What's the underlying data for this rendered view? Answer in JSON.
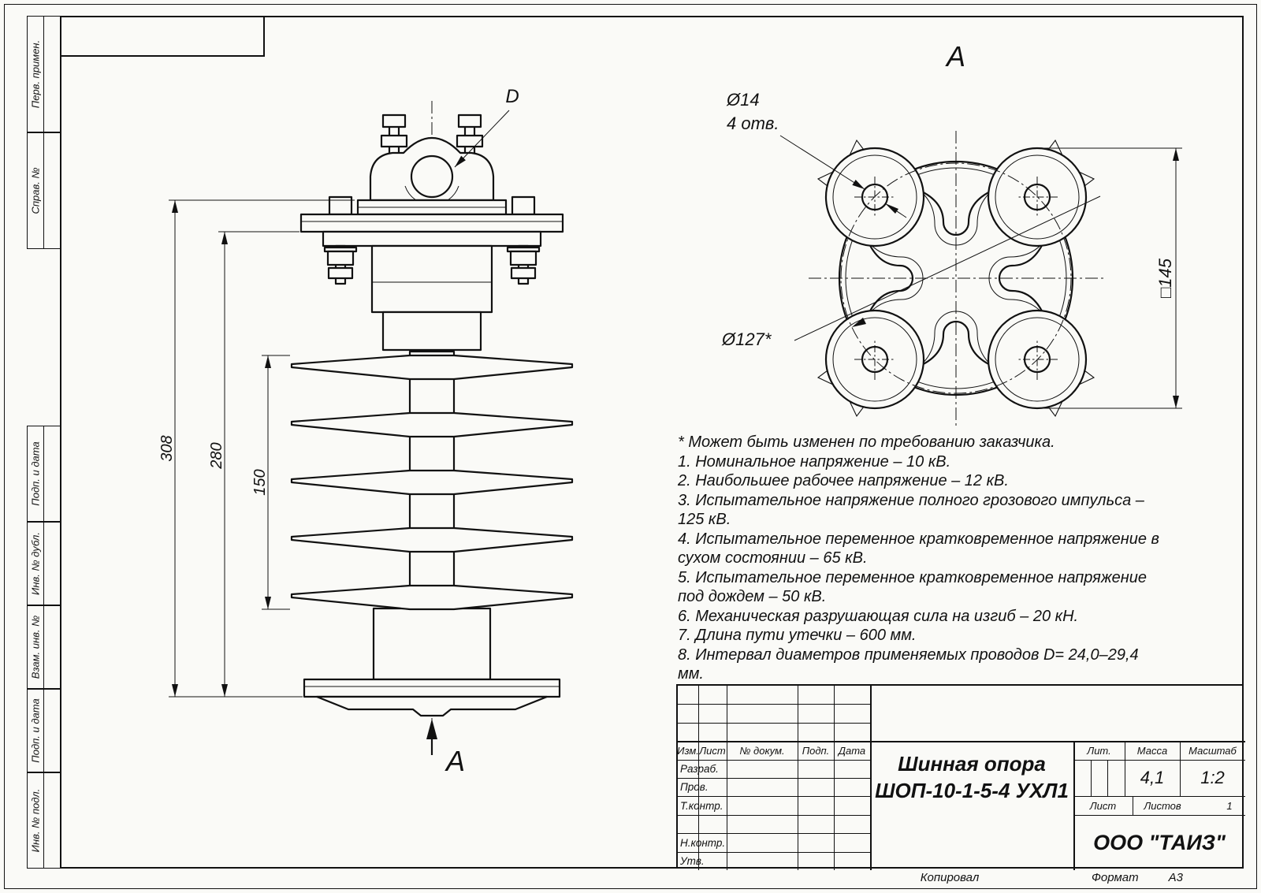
{
  "page": {
    "paper_color": "#fafaf7",
    "line_color": "#111111"
  },
  "side_column": {
    "items": [
      {
        "label": "Перв. примен."
      },
      {
        "label": "Справ. №"
      },
      {
        "label": "Подп. и дата"
      },
      {
        "label": "Инв. № дубл."
      },
      {
        "label": "Взам. инв. №"
      },
      {
        "label": "Подп. и дата"
      },
      {
        "label": "Инв. № подл."
      }
    ]
  },
  "front_view": {
    "dim_height_total": "308",
    "dim_height_cap": "280",
    "dim_sheds": "150",
    "clamp_label": "D",
    "section_label": "А"
  },
  "top_view": {
    "view_label": "А",
    "dim_hole": "Ø14",
    "dim_hole_count": "4 отв.",
    "dim_bolt_circle": "Ø127*",
    "dim_square": "□145"
  },
  "notes": [
    "* Может быть изменен по требованию заказчика.",
    "1. Номинальное напряжение – 10 кВ.",
    "2. Наибольшее рабочее напряжение – 12 кВ.",
    "3. Испытательное напряжение полного грозового импульса – 125 кВ.",
    "4. Испытательное переменное кратковременное напряжение в сухом состоянии – 65 кВ.",
    "5. Испытательное переменное кратковременное напряжение под дождем – 50 кВ.",
    "6. Механическая разрушающая сила на изгиб – 20 кН.",
    "7. Длина пути утечки – 600 мм.",
    "8. Интервал диаметров применяемых проводов D= 24,0–29,4 мм."
  ],
  "title_block": {
    "col_izm": "Изм.",
    "col_list": "Лист",
    "col_doc": "№ докум.",
    "col_podp": "Подп.",
    "col_data": "Дата",
    "row_razrab": "Разраб.",
    "row_prov": "Пров.",
    "row_tkontr": "Т.контр.",
    "row_nkontr": "Н.контр.",
    "row_utv": "Утв.",
    "title_line1": "Шинная опора",
    "title_line2": "ШОП-10-1-5-4 УХЛ1",
    "lit_label": "Лит.",
    "mass_label": "Масса",
    "mass_value": "4,1",
    "scale_label": "Масштаб",
    "scale_value": "1:2",
    "sheet_label": "Лист",
    "sheets_label": "Листов",
    "sheets_value": "1",
    "company": "ООО \"ТАИЗ\""
  },
  "footer": {
    "copied": "Копировал",
    "format_label": "Формат",
    "format_value": "А3"
  }
}
